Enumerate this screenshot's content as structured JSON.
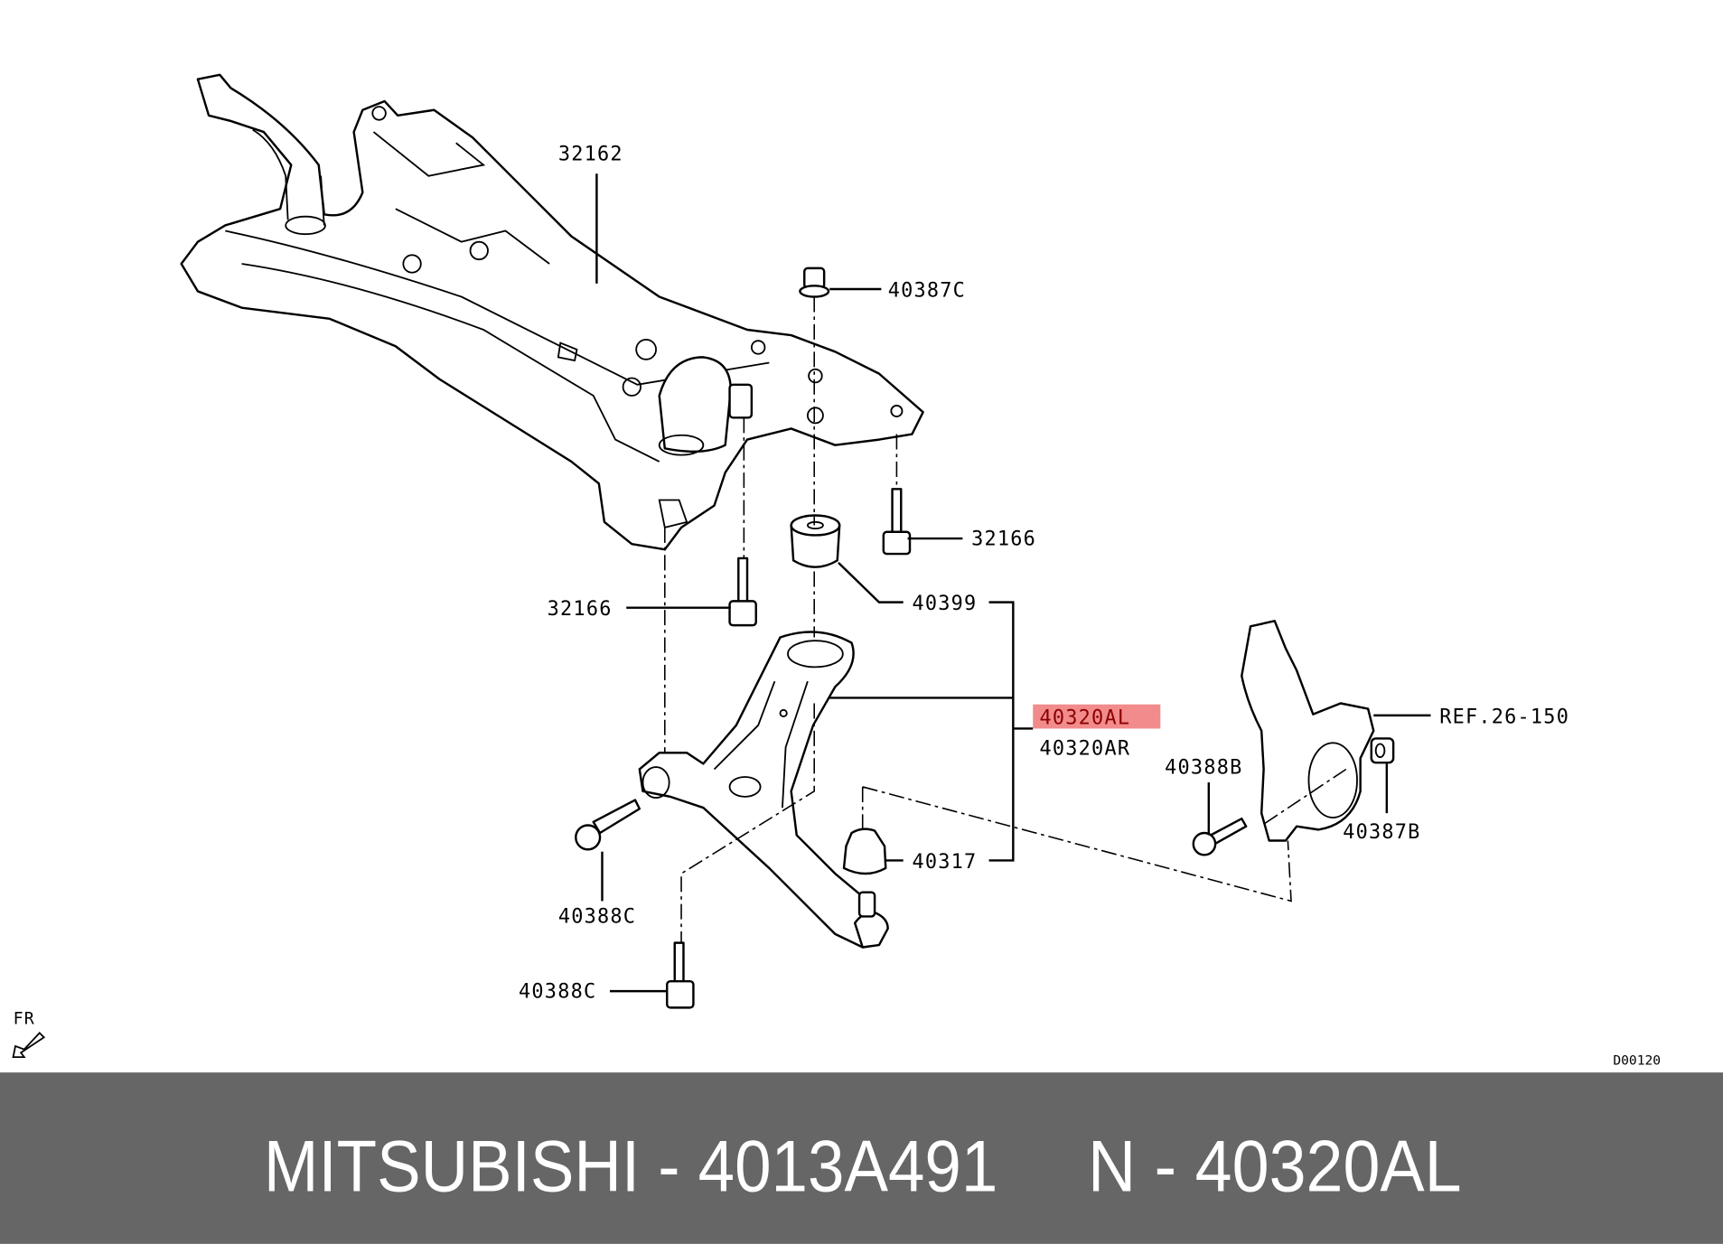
{
  "diagram": {
    "labels": {
      "crossmember": "32162",
      "nut_top": "40387C",
      "bolt_right": "32166",
      "bushing": "40399",
      "bolt_left": "32166",
      "arm_left": "40320AL",
      "arm_right": "40320AR",
      "ball_joint_boot": "40317",
      "bolt_front": "40388C",
      "bolt_lower": "40388C",
      "knuckle_bolt": "40388B",
      "knuckle_nut": "40387B",
      "knuckle_ref": "REF.26-150",
      "direction": "FR",
      "diagram_code": "D00120"
    },
    "highlight_color": "#f28b8b"
  },
  "banner": {
    "brand_part": "MITSUBISHI - 4013A491",
    "ref_part": "N - 40320AL"
  }
}
